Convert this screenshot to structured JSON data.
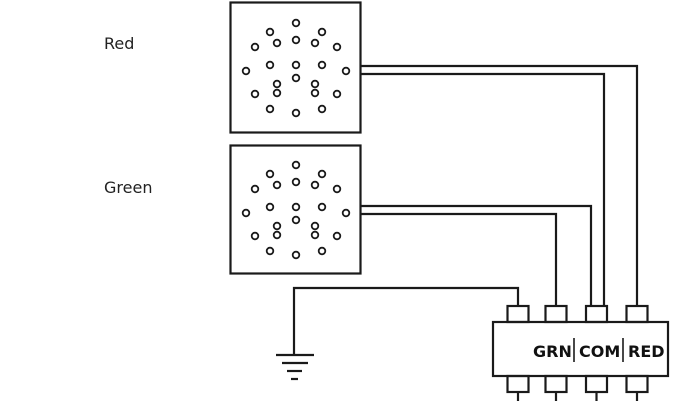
{
  "leds": {
    "top": {
      "label": "Red"
    },
    "bottom": {
      "label": "Green"
    }
  },
  "connector": {
    "terminals": [
      "GRN",
      "COM",
      "RED"
    ]
  },
  "colors": {
    "stroke": "#1a1a1a",
    "background": "#ffffff"
  }
}
